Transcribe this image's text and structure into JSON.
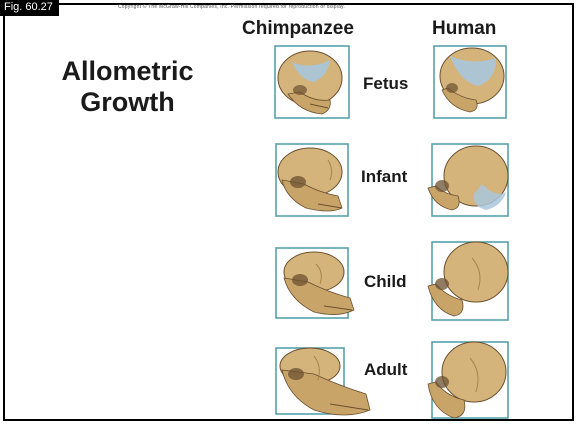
{
  "figure_label": "Fig. 60.27",
  "copyright": "Copyright © The McGraw-Hill Companies, Inc. Permission required for reproduction or display.",
  "title_line1": "Allometric",
  "title_line2": "Growth",
  "columns": {
    "chimpanzee": "Chimpanzee",
    "human": "Human"
  },
  "stages": [
    "Fetus",
    "Infant",
    "Child",
    "Adult"
  ],
  "colors": {
    "bone": "#d4b47a",
    "bone_shade": "#a8834a",
    "bone_dark": "#6b5030",
    "fontanelle": "#a9c7dc",
    "grid_box": "#4d9aa5"
  }
}
